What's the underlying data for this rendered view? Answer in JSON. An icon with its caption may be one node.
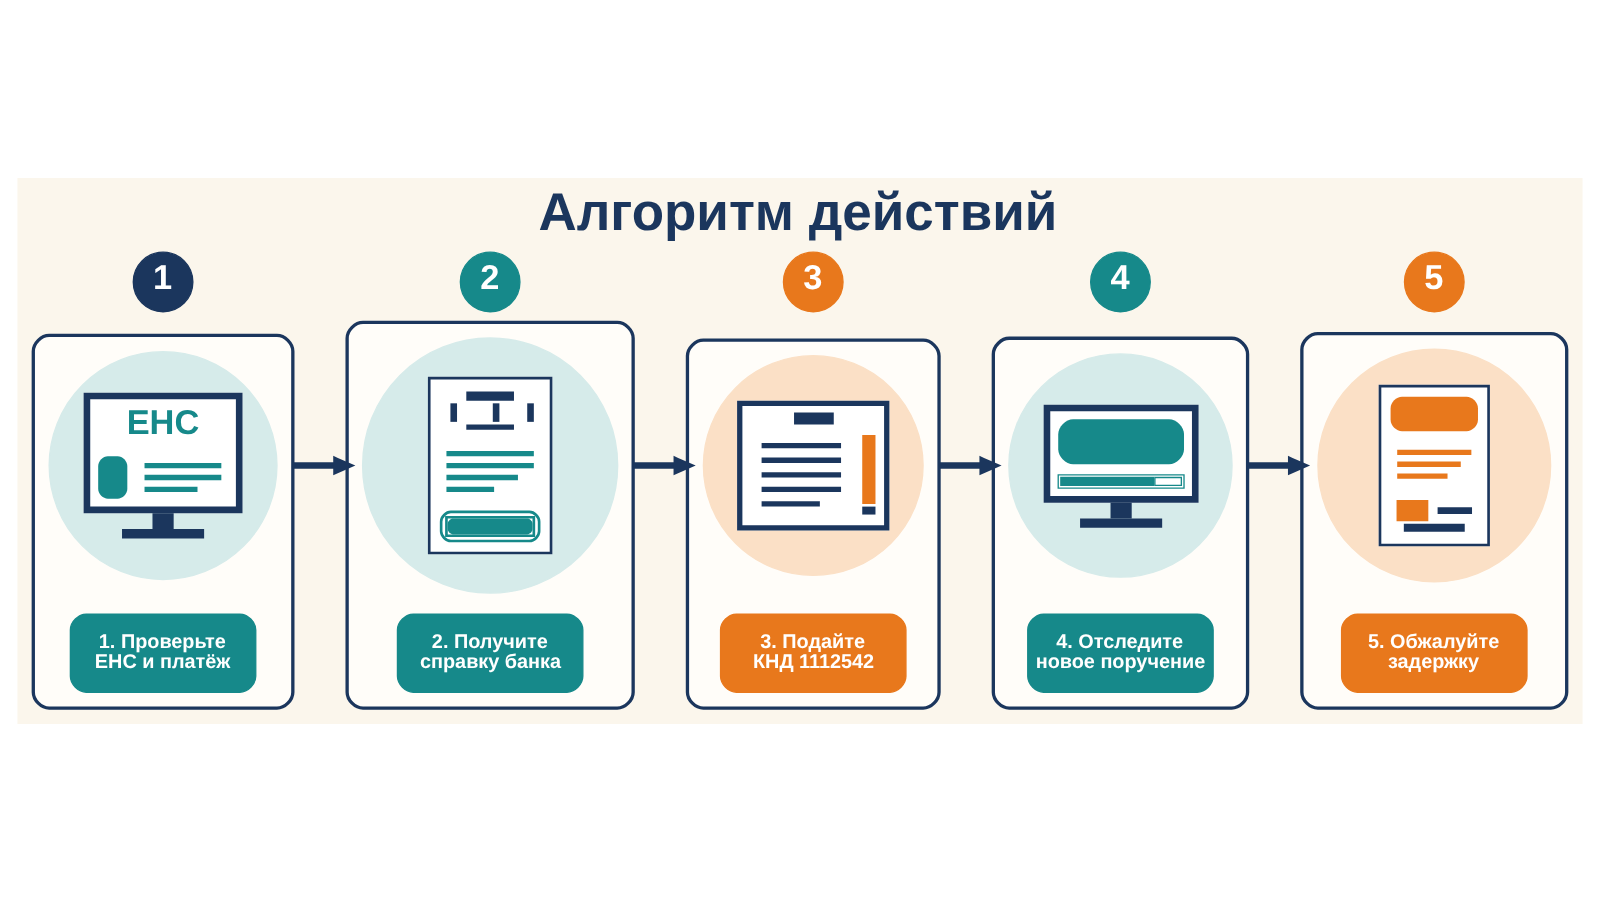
{
  "diagram": {
    "title": "Алгоритм действий",
    "nodes": [
      {
        "text": [
          "1"
        ]
      },
      {
        "text": [],
        "shape": "box"
      },
      {
        "text": [
          "ЕНС"
        ],
        "in": 1
      },
      {
        "text": [
          "1. Проверьте ЕНС и платёж"
        ],
        "in": 1
      },
      {
        "text": [
          "2"
        ]
      },
      {
        "text": [],
        "shape": "box"
      },
      {
        "text": [],
        "shape": "picture",
        "in": 5
      },
      {
        "text": [
          "2. Получите справку банка"
        ],
        "in": 5
      },
      {
        "text": [
          "3"
        ]
      },
      {
        "text": [],
        "shape": "box"
      },
      {
        "text": [],
        "shape": "picture",
        "in": 9
      },
      {
        "text": [
          "3. Подайте КНД 1112542"
        ],
        "in": 9
      },
      {
        "text": [
          "4"
        ]
      },
      {
        "text": [],
        "shape": "box"
      },
      {
        "text": [],
        "shape": "picture",
        "in": 13
      },
      {
        "text": [
          "4. Отследите новое поручение"
        ],
        "in": 13
      },
      {
        "text": [
          "5"
        ]
      },
      {
        "text": [],
        "shape": "box"
      },
      {
        "text": [],
        "shape": "picture",
        "in": 17
      },
      {
        "text": [
          "5. Обжалуйте задержку"
        ],
        "in": 17
      }
    ],
    "edges": [
      {
        "from": 1,
        "to": 5,
        "arrow": "to"
      },
      {
        "from": 5,
        "to": 9,
        "arrow": "to"
      },
      {
        "from": 9,
        "to": 13,
        "arrow": "to"
      },
      {
        "from": 13,
        "to": 17,
        "arrow": "to"
      }
    ]
  }
}
